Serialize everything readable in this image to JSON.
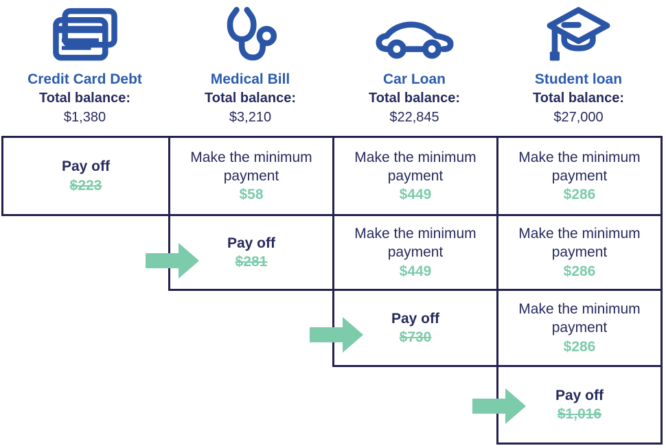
{
  "colors": {
    "icon_blue": "#2B55A6",
    "title_blue": "#2C5CAD",
    "navy_text": "#262A5C",
    "border_navy": "#232150",
    "green": "#7CCBAA"
  },
  "header": {
    "columns": [
      {
        "icon": "credit-card-icon",
        "title": "Credit Card Debt",
        "balance_label": "Total balance:",
        "balance_value": "$1,380"
      },
      {
        "icon": "stethoscope-icon",
        "title": "Medical Bill",
        "balance_label": "Total balance:",
        "balance_value": "$3,210"
      },
      {
        "icon": "car-icon",
        "title": "Car Loan",
        "balance_label": "Total balance:",
        "balance_value": "$22,845"
      },
      {
        "icon": "graduation-cap-icon",
        "title": "Student loan",
        "balance_label": "Total balance:",
        "balance_value": "$27,000"
      }
    ]
  },
  "table": {
    "rows": [
      {
        "cells": [
          {
            "kind": "payoff",
            "label": "Pay off",
            "amount": "$223"
          },
          {
            "kind": "minimum",
            "label": "Make the minimum payment",
            "amount": "$58"
          },
          {
            "kind": "minimum",
            "label": "Make the minimum payment",
            "amount": "$449"
          },
          {
            "kind": "minimum",
            "label": "Make the minimum payment",
            "amount": "$286"
          }
        ]
      },
      {
        "cells": [
          {
            "kind": "payoff",
            "label": "Pay off",
            "amount": "$281"
          },
          {
            "kind": "minimum",
            "label": "Make the minimum payment",
            "amount": "$449"
          },
          {
            "kind": "minimum",
            "label": "Make the minimum payment",
            "amount": "$286"
          }
        ]
      },
      {
        "cells": [
          {
            "kind": "payoff",
            "label": "Pay off",
            "amount": "$730"
          },
          {
            "kind": "minimum",
            "label": "Make the minimum payment",
            "amount": "$286"
          }
        ]
      },
      {
        "cells": [
          {
            "kind": "payoff",
            "label": "Pay off",
            "amount": "$1,016"
          }
        ]
      }
    ]
  }
}
